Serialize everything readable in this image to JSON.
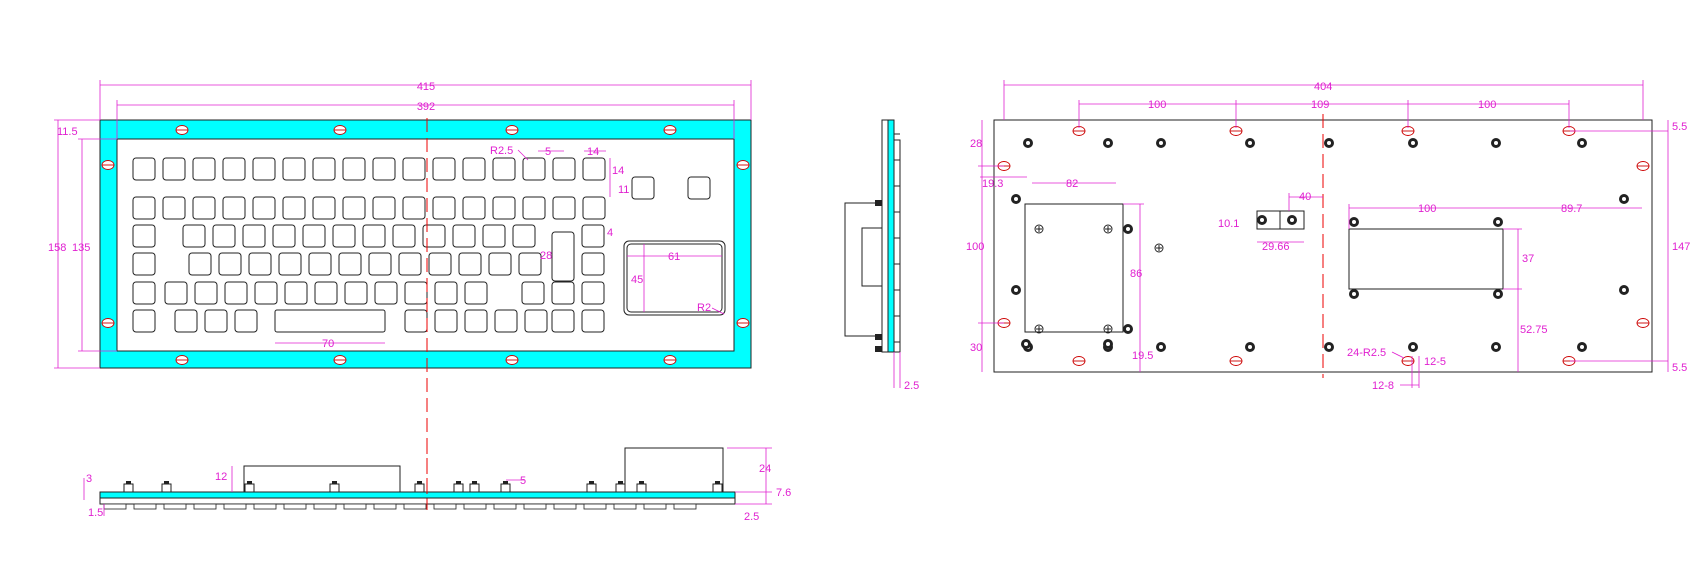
{
  "front_view": {
    "overall_width": "415",
    "inner_width": "392",
    "overall_height": "158",
    "inner_height": "135",
    "frame_top": "11.5",
    "corner_radius": "R2.5",
    "key_gap": "5",
    "key_size": "14",
    "key_height": "14",
    "key_row_gap": "11",
    "key_offset": "4",
    "tall_key": "28",
    "spacebar_width": "70",
    "touchpad_width": "61",
    "touchpad_height": "45",
    "touchpad_radius": "R2"
  },
  "side_view": {
    "plate_thickness": "2.5"
  },
  "bottom_view": {
    "width_404": "404",
    "hole_pitch_left": "100",
    "hole_pitch_mid": "109",
    "hole_pitch_right": "100",
    "edge_top": "5.5",
    "edge_bottom": "5.5",
    "left_28": "28",
    "left_19_3": "19.3",
    "left_100": "100",
    "left_30": "30",
    "pcb_width": "82",
    "pcb_height": "86",
    "pcb_bottom": "19.5",
    "conn_height": "10.1",
    "conn_width": "29.66",
    "conn_offset": "40",
    "module_width": "100",
    "module_right": "89.7",
    "module_height": "37",
    "module_bottom": "52.75",
    "overall_height": "147",
    "hole_spec": "24-R2.5",
    "slot_a": "12-5",
    "slot_b": "12-8"
  },
  "profile_view": {
    "left_3": "3",
    "left_1_5": "1.5",
    "comp_12": "12",
    "key_5": "5",
    "height_24": "24",
    "height_7_6": "7.6",
    "plate_2_5": "2.5"
  }
}
